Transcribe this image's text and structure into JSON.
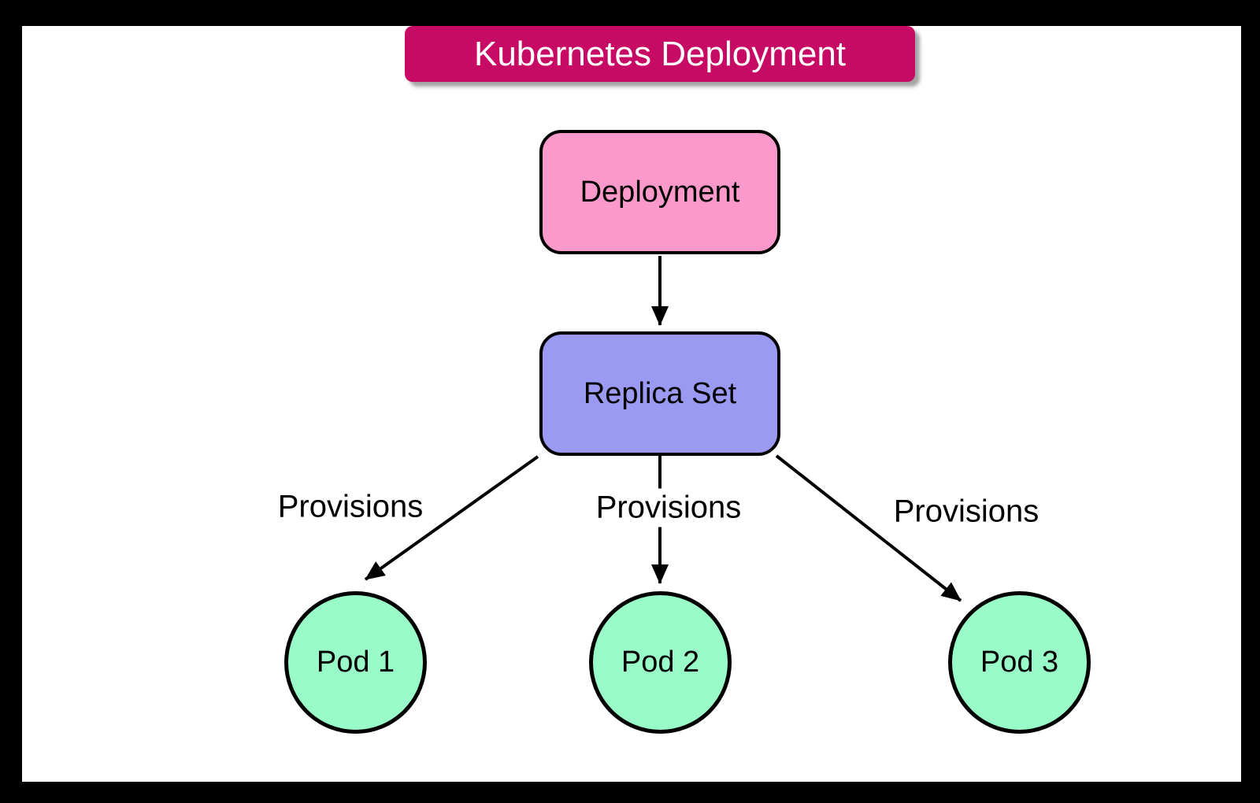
{
  "diagram": {
    "title": "Kubernetes Deployment",
    "type": "flowchart-top-down",
    "nodes": [
      {
        "id": "deployment",
        "label": "Deployment",
        "shape": "rounded-rectangle",
        "fill": "#fa99ca"
      },
      {
        "id": "replica-set",
        "label": "Replica Set",
        "shape": "rounded-rectangle",
        "fill": "#9a9af2"
      },
      {
        "id": "pod-1",
        "label": "Pod 1",
        "shape": "circle",
        "fill": "#99fbc8"
      },
      {
        "id": "pod-2",
        "label": "Pod 2",
        "shape": "circle",
        "fill": "#99fbc8"
      },
      {
        "id": "pod-3",
        "label": "Pod 3",
        "shape": "circle",
        "fill": "#99fbc8"
      }
    ],
    "edges": [
      {
        "from": "Deployment",
        "to": "Replica Set",
        "label": ""
      },
      {
        "from": "Replica Set",
        "to": "Pod 1",
        "label": "Provisions"
      },
      {
        "from": "Replica Set",
        "to": "Pod 2",
        "label": "Provisions"
      },
      {
        "from": "Replica Set",
        "to": "Pod 3",
        "label": "Provisions"
      }
    ],
    "colors": {
      "frame_bg": "#000000",
      "canvas_bg": "#ffffff",
      "title_bg": "#c70a64",
      "title_text": "#ffffff",
      "node_stroke": "#000000",
      "edge_stroke": "#000000",
      "node_text": "#000000"
    }
  }
}
